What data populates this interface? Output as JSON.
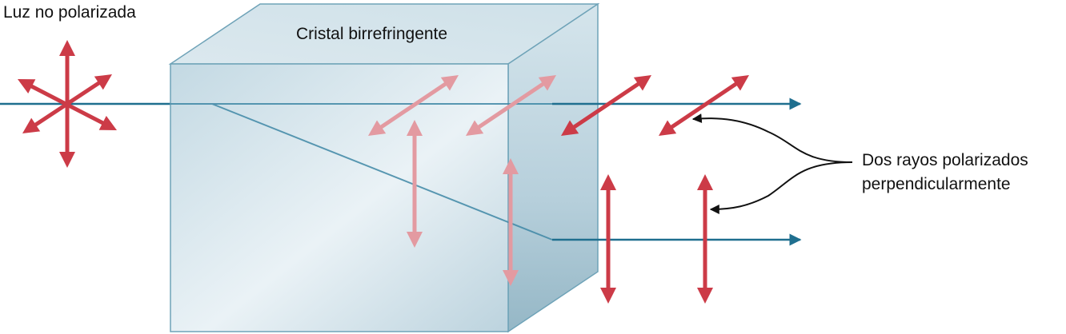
{
  "labels": {
    "unpolarized": "Luz no polarizada",
    "crystal": "Cristal birrefringente",
    "rays_line1": "Dos rayos polarizados",
    "rays_line2": "perpendicularmente"
  },
  "colors": {
    "beam": "#1f6f8f",
    "arrow": "#cc3b47",
    "arrow_faded": "#e39aa1",
    "crystal_face": "#c9dde6",
    "crystal_top": "#dbe8ee",
    "crystal_side": "#a9c6d3",
    "crystal_edge": "#6fa3b8",
    "pointer": "#111111"
  }
}
